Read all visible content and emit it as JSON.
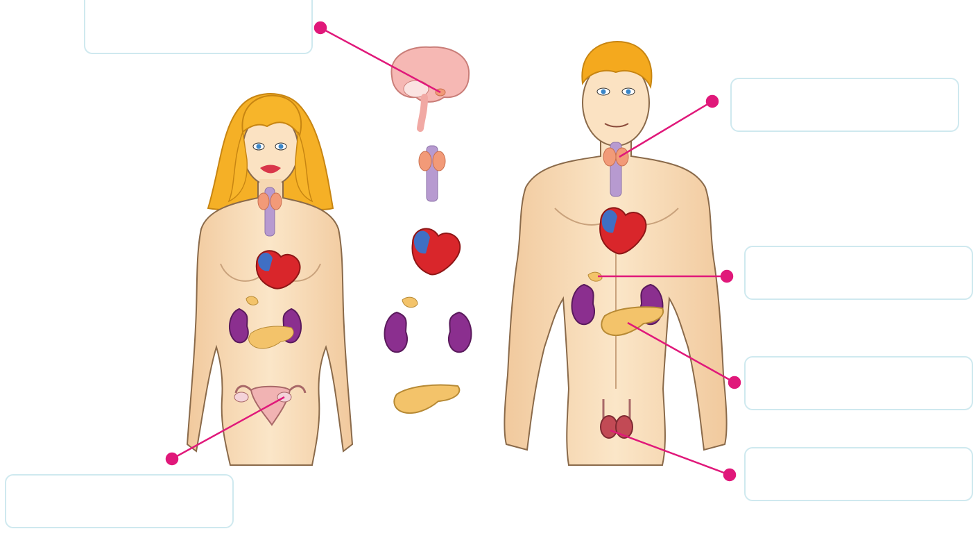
{
  "diagram": {
    "kind": "endocrine system labelling worksheet",
    "figures": [
      "female-body",
      "male-body",
      "isolated-glands"
    ],
    "label_boxes": [
      {
        "id": "hypothalamus",
        "text": ""
      },
      {
        "id": "thyroid",
        "text": ""
      },
      {
        "id": "adrenal",
        "text": ""
      },
      {
        "id": "pancreas",
        "text": ""
      },
      {
        "id": "testes",
        "text": ""
      },
      {
        "id": "ovary",
        "text": ""
      }
    ],
    "colors": {
      "leader_line": "#e0187a",
      "box_border": "#cfe9ef",
      "skin": "#f8dcb8",
      "skin_outline": "#8a6a4a",
      "hair_female": "#f7b52a",
      "hair_male": "#f4a91e",
      "heart_red": "#d9262b",
      "heart_blue": "#3f6fc4",
      "kidney": "#8b2f8f",
      "gland_yellow": "#f3c36a",
      "thyroid_orange": "#f29a78",
      "trachea_lilac": "#b79ad0",
      "brain_pink": "#f6b8b4"
    }
  }
}
